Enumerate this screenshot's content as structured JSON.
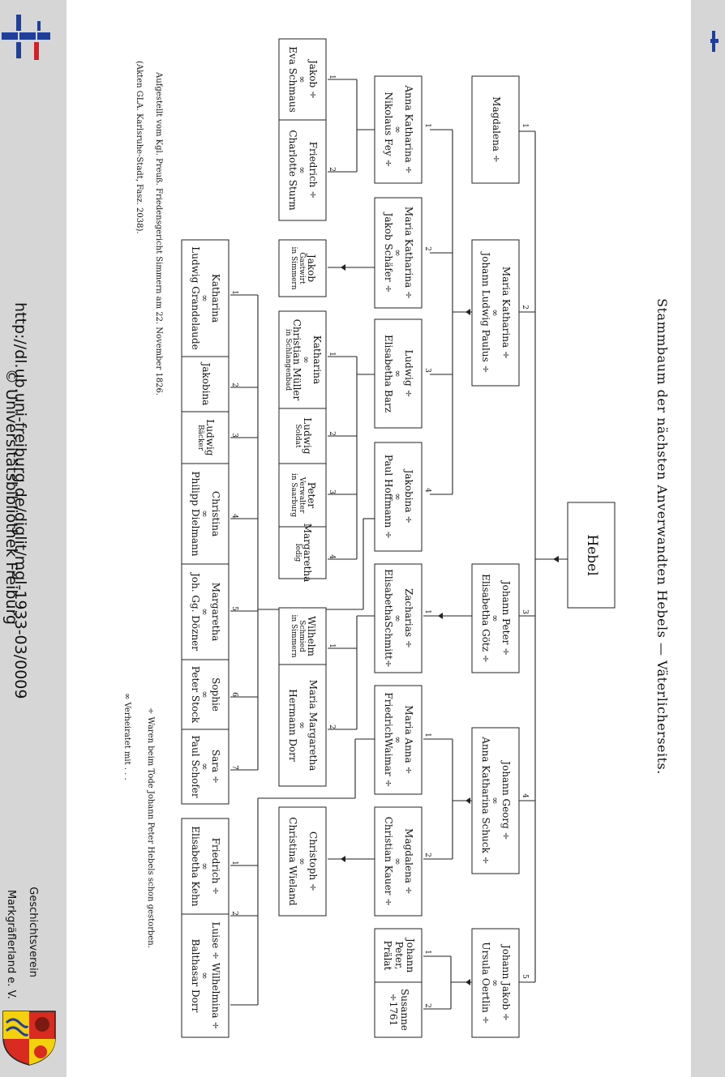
{
  "title": "Stammbaum der nächsten Anverwandten Hebels — Väterlicherseits.",
  "root": "Hebel",
  "symbols": {
    "married": "∞"
  },
  "level1": [
    {
      "n": "1",
      "lines": [
        "Magdalena ÷"
      ]
    },
    {
      "n": "2",
      "lines": [
        "Maria Katharina ÷",
        "∞",
        "Johann Ludwig Paulus ÷"
      ]
    },
    {
      "n": "3",
      "lines": [
        "Johann Peter ÷",
        "∞",
        "Elisabetha Götz ÷"
      ]
    },
    {
      "n": "4",
      "lines": [
        "Johann Georg ÷",
        "∞",
        "Anna Katharina Schuck ÷"
      ]
    },
    {
      "n": "5",
      "lines": [
        "Johann Jakob ÷",
        "∞",
        "Ursula Oertlin ÷"
      ]
    }
  ],
  "level2": [
    {
      "n": "1",
      "lines": [
        "Anna Katharina ÷",
        "∞",
        "Nikolaus Fey ÷"
      ]
    },
    {
      "n": "2",
      "lines": [
        "Maria Katharina ÷",
        "∞",
        "Jakob Schäfer ÷"
      ]
    },
    {
      "n": "3",
      "lines": [
        "Ludwig ÷",
        "∞",
        "Elisabetha Barz"
      ]
    },
    {
      "n": "4",
      "lines": [
        "Jakobina ÷",
        "∞",
        "Paul Hoffmann ÷"
      ]
    },
    {
      "n": "1",
      "lines": [
        "Zacharias ÷",
        "∞",
        "ElisabethaSchmitt÷"
      ]
    },
    {
      "n": "1",
      "lines": [
        "Maria Anna ÷",
        "∞",
        "FriedrichWaimar ÷"
      ]
    },
    {
      "n": "2",
      "lines": [
        "Magdalena ÷",
        "∞",
        "Christian Kauer ÷"
      ]
    },
    {
      "n": "1",
      "lines": [
        "Johann",
        "Peter,",
        "Prälat"
      ]
    },
    {
      "n": "2",
      "lines": [
        "Susanne",
        "÷1761"
      ]
    }
  ],
  "level3": [
    {
      "n": "1",
      "lines": [
        "Jakob ÷",
        "∞",
        "Eva Schmaus"
      ]
    },
    {
      "n": "2",
      "lines": [
        "Friedrich ÷",
        "∞",
        "Charlotte Sturm"
      ]
    },
    {
      "lines": [
        "Jakob"
      ],
      "small": [
        "Gastwirt",
        "in Simmern"
      ]
    },
    {
      "n": "1",
      "lines": [
        "Katharina",
        "∞",
        "Christian Müller"
      ],
      "small": [
        "in Schlangenbad"
      ]
    },
    {
      "n": "2",
      "lines": [
        "Ludwig"
      ],
      "small": [
        "Soldat"
      ]
    },
    {
      "n": "3",
      "lines": [
        "Peter"
      ],
      "small": [
        "Verwalter",
        "in Saarburg"
      ]
    },
    {
      "n": "4",
      "lines": [
        "Margaretha"
      ],
      "small": [
        "ledig"
      ]
    },
    {
      "n": "1",
      "lines": [
        "Wilhelm"
      ],
      "small": [
        "Schmied",
        "in Simmern"
      ]
    },
    {
      "n": "2",
      "lines": [
        "Maria Margaretha",
        "∞",
        "Hermann Dorr"
      ]
    },
    {
      "lines": [
        "Christoph ÷",
        "∞",
        "Christina Wieland"
      ]
    }
  ],
  "level4": [
    {
      "n": "1",
      "lines": [
        "Katharina",
        "∞",
        "Ludwig Grandelaude"
      ]
    },
    {
      "n": "2",
      "lines": [
        "Jakobina"
      ]
    },
    {
      "n": "3",
      "lines": [
        "Ludwig"
      ],
      "small": [
        "Bäcker"
      ]
    },
    {
      "n": "4",
      "lines": [
        "Christina",
        "∞",
        "Philipp Dielmann"
      ]
    },
    {
      "n": "5",
      "lines": [
        "Margaretha",
        "∞",
        "Joh. Gg. Dözner"
      ]
    },
    {
      "n": "6",
      "lines": [
        "Sophie",
        "∞",
        "Peter Stock"
      ]
    },
    {
      "n": "7",
      "lines": [
        "Sara ÷",
        "∞",
        "Paul Schofer"
      ]
    },
    {
      "n": "1",
      "lines": [
        "Friedrich ÷",
        "∞",
        "Elisabetha Kehn"
      ]
    },
    {
      "n": "2",
      "lines": [
        "Luise ÷ Wilhelmina ÷",
        "∞",
        "Balthasar Dorr"
      ]
    }
  ],
  "footnotes": {
    "source": "Aufgestellt vom Kgl. Preuß. Friedensgericht Simmern am 22. November 1826.",
    "source2": "(Akten GLA. Karlsruhe-Stadt, Fasz. 2038).",
    "deceased": "÷ Waren beim Tode Johann Peter Hebels schon gestorben.",
    "married": "∞ Verheiratet mit . . ."
  },
  "watermark": {
    "url": "http://dl.ub.uni-freiburg.de/diglit/mgl-1933-03/0009",
    "copyright": "© Universitätsbibliothek Freiburg",
    "society_1": "Geschichtsverein",
    "society_2": "Markgräflerland e. V."
  }
}
